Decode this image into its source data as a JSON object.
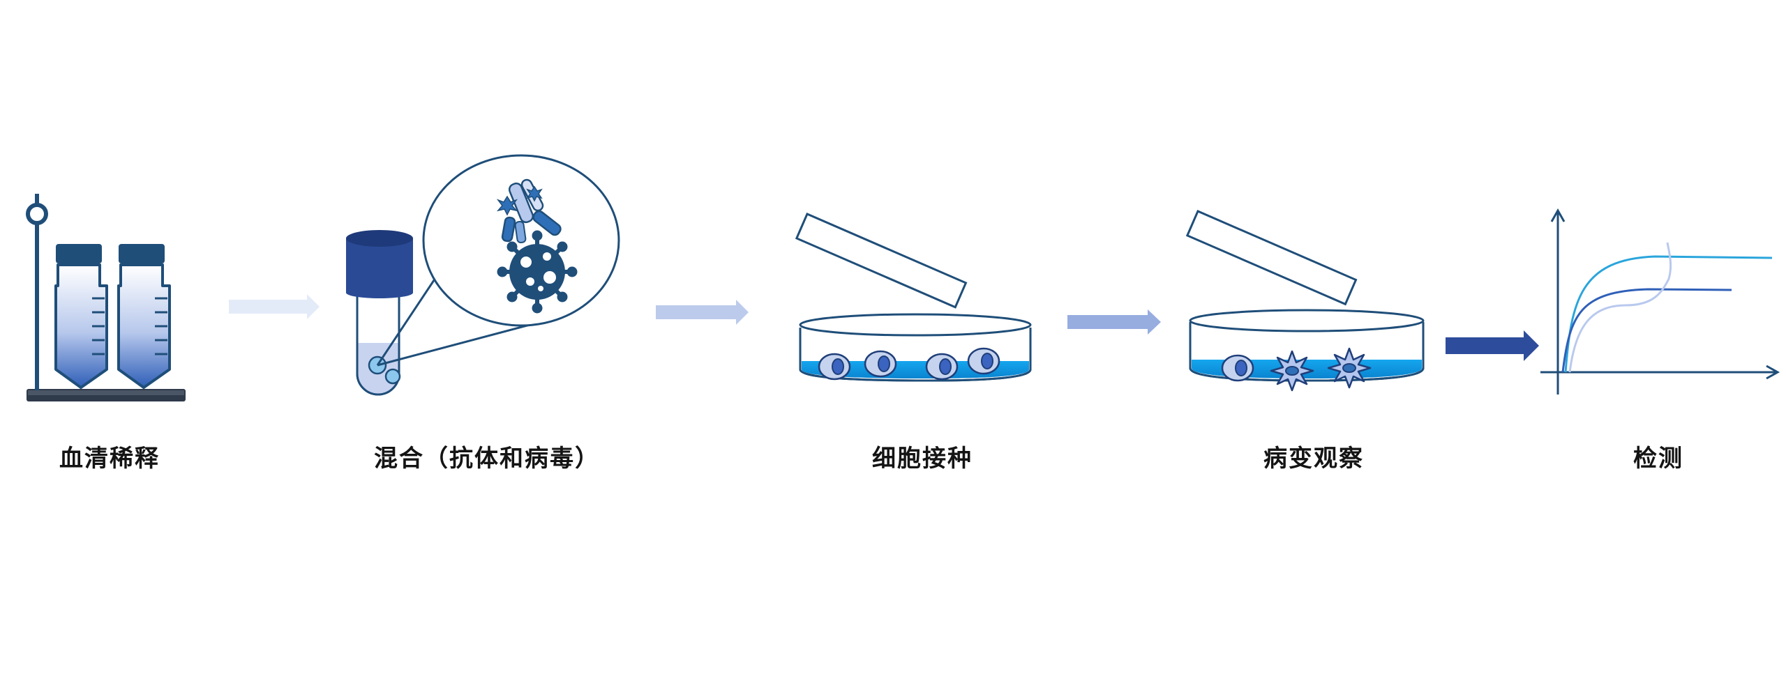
{
  "steps": [
    {
      "label": "血清稀释",
      "icon": "serum-tubes-on-rack"
    },
    {
      "label": "混合（抗体和病毒）",
      "icon": "test-tube-with-virus-antibody-inset"
    },
    {
      "label": "细胞接种",
      "icon": "petri-dish-with-cells"
    },
    {
      "label": "病变观察",
      "icon": "petri-dish-with-infected-cells"
    },
    {
      "label": "检测",
      "icon": "growth-curve-graph"
    }
  ],
  "colors": {
    "navy": "#1f4e79",
    "dark_blue": "#2a4a96",
    "medium_blue": "#2f6fb7",
    "light_blue": "#7fa8e0",
    "cyan_medium": "#1aa3e6",
    "arrow_shades": [
      "#e4ebf8",
      "#bccbec",
      "#97ade0",
      "#2d4c9c"
    ]
  }
}
